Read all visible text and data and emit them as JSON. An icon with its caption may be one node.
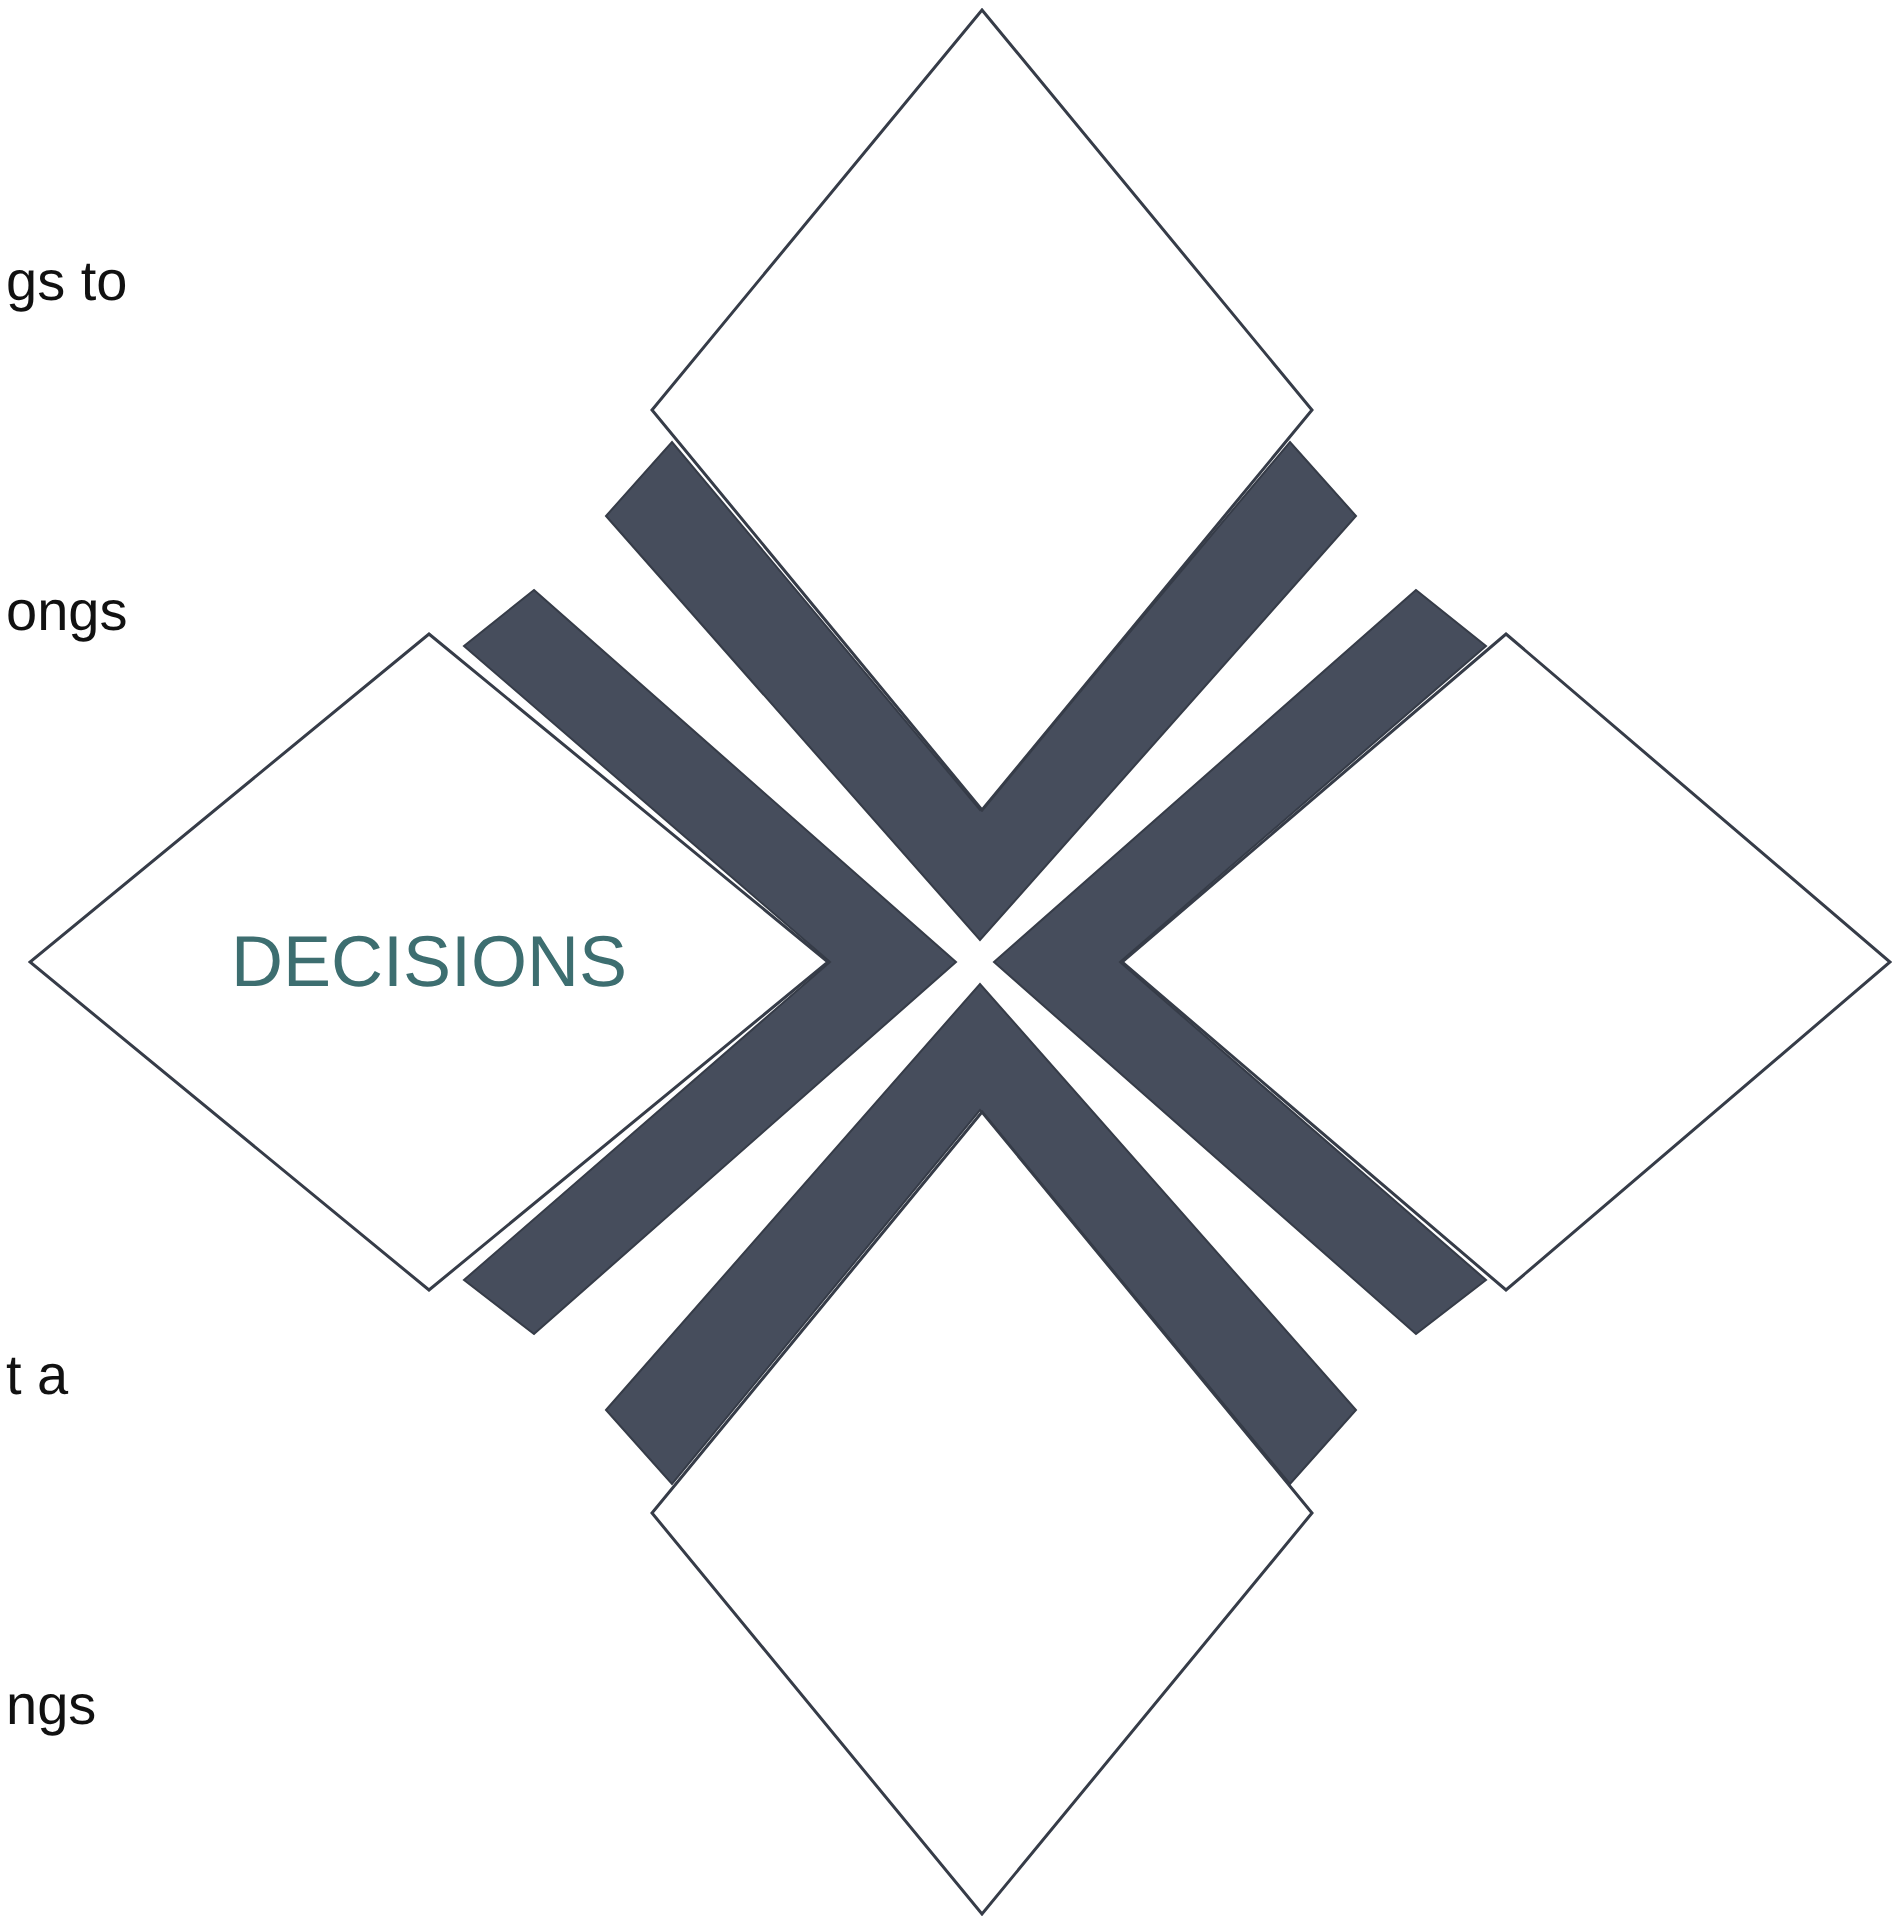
{
  "diagram": {
    "nodes": [
      {
        "text": [],
        "shape": "diamond"
      },
      {
        "text": [
          "DECISIONS"
        ]
      },
      {
        "text": [],
        "shape": "diamond"
      },
      {
        "text": [],
        "shape": "diamond"
      }
    ],
    "labels": [
      "gs to",
      "ongs",
      "t a",
      "ngs"
    ]
  }
}
